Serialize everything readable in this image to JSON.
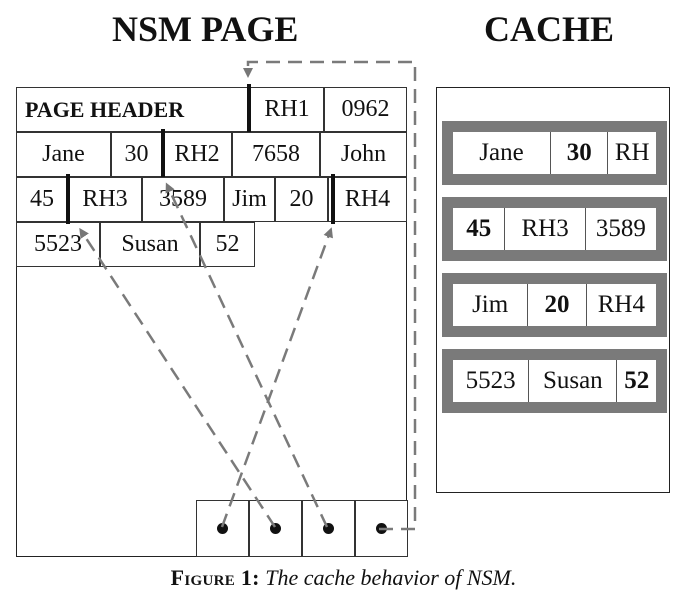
{
  "titles": {
    "nsm": "NSM PAGE",
    "cache": "CACHE"
  },
  "nsm_page": {
    "rows": [
      [
        "PAGE HEADER",
        "RH1",
        "0962"
      ],
      [
        "Jane",
        "30",
        "RH2",
        "7658",
        "John"
      ],
      [
        "45",
        "RH3",
        "3589",
        "Jim",
        "20",
        "RH4"
      ],
      [
        "5523",
        "Susan",
        "52"
      ]
    ]
  },
  "cache": {
    "lines": [
      [
        "Jane",
        "30",
        "RH"
      ],
      [
        "45",
        "RH3",
        "3589"
      ],
      [
        "Jim",
        "20",
        "RH4"
      ],
      [
        "5523",
        "Susan",
        "52"
      ]
    ]
  },
  "caption": {
    "label": "Figure 1:",
    "text": "The cache behavior of NSM."
  }
}
